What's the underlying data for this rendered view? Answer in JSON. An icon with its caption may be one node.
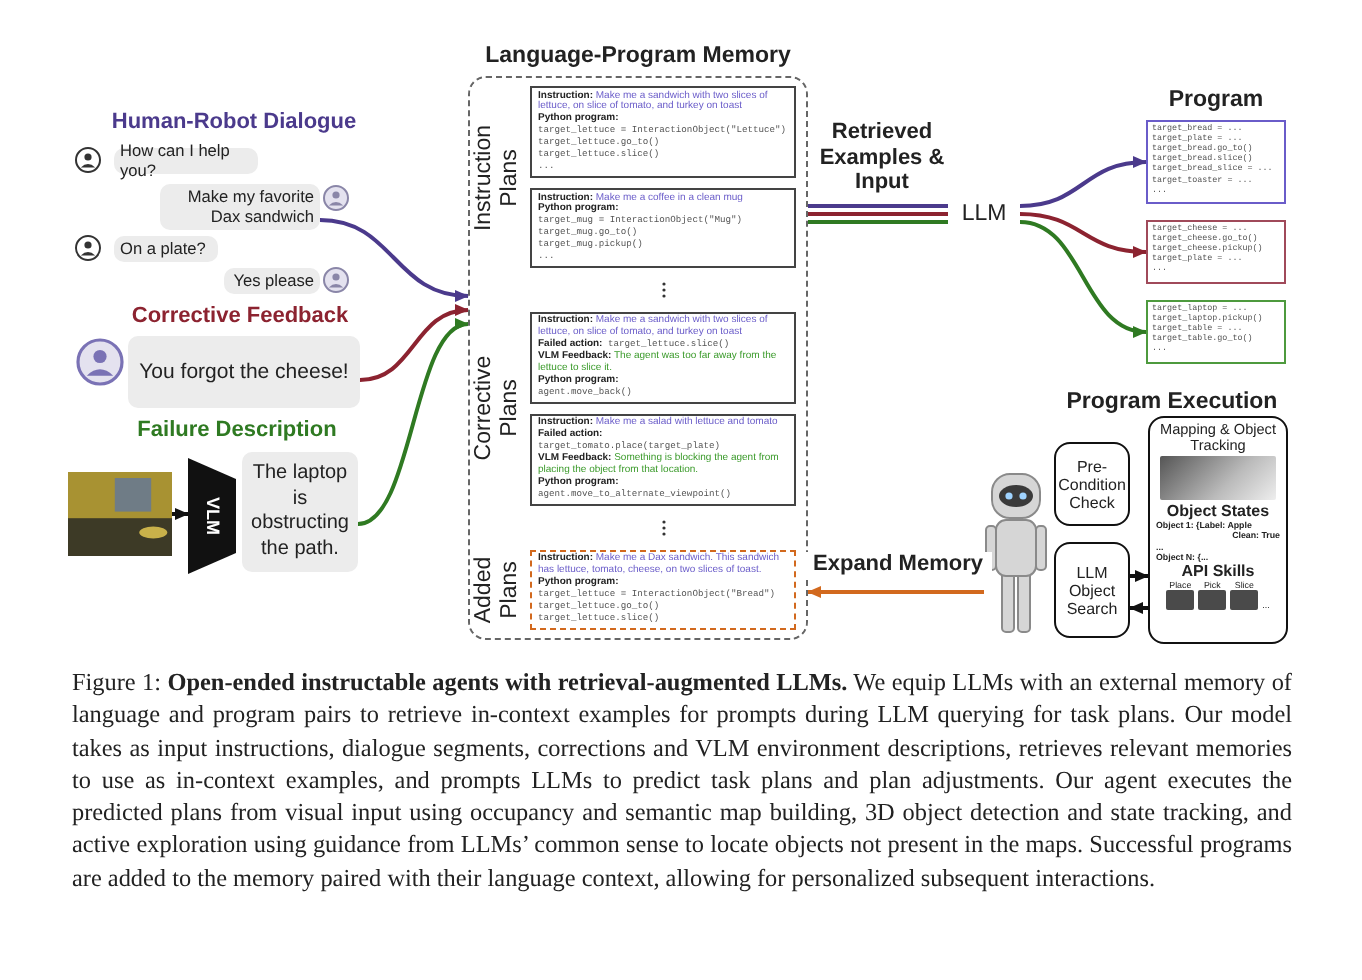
{
  "diagram": {
    "caption": "Figure 1: **Open-ended instructable agents with retrieval-augmented LLMs.** We equip LLMs with an external memory of language and program pairs to retrieve in-context examples for prompts during LLM querying for task plans. Our model takes as input instructions, dialogue segments, corrections and VLM environment descriptions, retrieves relevant memories to use as in-context examples, and prompts LLMs to predict task plans and plan adjustments. Our agent executes the predicted plans from visual input using occupancy and semantic map building, 3D object detection and state tracking, and active exploration using guidance from LLMs’ common sense to locate objects not present in the maps. Successful programs are added to the memory paired with their language context, allowing for personalized subsequent interactions.",
    "nodes": [
      {
        "text": [
          "How can I help you?"
        ]
      },
      {
        "text": [
          "Make my favorite Dax sandwich"
        ]
      },
      {
        "text": [
          "On a plate?"
        ]
      },
      {
        "text": [
          "Yes please"
        ]
      },
      {
        "text": [
          "You forgot the cheese!"
        ]
      },
      {
        "text": [],
        "shape": "picture"
      },
      {
        "text": [
          "VLM"
        ]
      },
      {
        "text": [
          "The laptop is obstructing the path."
        ]
      },
      {
        "text": [
          "Language-Program Memory"
        ]
      },
      {
        "text": [
          "**Instruction:** Make me a sandwich with two slices of lettuce, on slice of tomato, and turkey on toast",
          "Python program:",
          "target_lettuce = InteractionObject(\"Lettuce\")",
          "target_lettuce.go_to()",
          "target_lettuce.slice()",
          "..."
        ],
        "in": 8
      },
      {
        "text": [
          "**Instruction:** Make me a coffee in a clean mug",
          "Python program:",
          "target_mug = InteractionObject(\"Mug\")",
          "target_mug.go_to()",
          "target_mug.pickup()",
          "..."
        ],
        "in": 8
      },
      {
        "text": [
          "**Instruction:** Make me a sandwich with two slices of lettuce, on slice of tomato, and turkey on toast",
          "**Failed action:** target_lettuce.slice()",
          "**VLM Feedback:** The agent was too far away from the lettuce to slice it.",
          "Python program:",
          "agent.move_back()"
        ],
        "in": 8
      },
      {
        "text": [
          "**Instruction:** Make me a salad with lettuce and tomato",
          "**Failed action:** target_tomato.place(target_plate)",
          "**VLM Feedback:** Something is blocking the agent from placing the object from that location.",
          "Python program:",
          "agent.move_to_alternate_viewpoint()"
        ],
        "in": 8
      },
      {
        "text": [
          "**Instruction:** Make me a Dax sandwich. This sandwich has lettuce, tomato, cheese, on two slices of toast.",
          "Python program:",
          "target_lettuce = InteractionObject(\"Bread\")",
          "target_lettuce.go_to()",
          "target_lettuce.slice()"
        ],
        "in": 8
      },
      {
        "text": [
          "LLM"
        ]
      },
      {
        "text": [
          "target_bread = ...",
          "target_plate = ...",
          "target_bread.go_to()",
          "target_bread.slice()",
          "target_bread_slice = ...",
          "target_toaster = ...",
          "..."
        ]
      },
      {
        "text": [
          "target_cheese = ...",
          "target_cheese.go_to()",
          "target_cheese.pickup()",
          "target_plate = ...",
          "..."
        ]
      },
      {
        "text": [
          "target_laptop = ...",
          "target_laptop.pickup()",
          "target_table = ...",
          "target_table.go_to()",
          "..."
        ]
      },
      {
        "text": [],
        "shape": "picture"
      },
      {
        "text": [
          "Pre-Condition Check"
        ]
      },
      {
        "text": [
          "LLM Object Search"
        ]
      },
      {
        "text": [
          "Mapping & Object Tracking",
          "Object States",
          "Object 1: {Label: Apple",
          "Clean: True",
          "...",
          "Object N: {...",
          "API Skills",
          "Place",
          "Pick",
          "Slice",
          "..."
        ]
      }
    ],
    "edges": [
      {
        "from": 1,
        "to": 8,
        "arrow": "to",
        "color": "#4b3a8c"
      },
      {
        "from": 4,
        "to": 8,
        "arrow": "to",
        "color": "#8c2330"
      },
      {
        "from": 7,
        "to": 8,
        "arrow": "to",
        "color": "#2f7a22"
      },
      {
        "from": 5,
        "to": 6,
        "arrow": "to",
        "color": "#111111"
      },
      {
        "from": 8,
        "to": 14,
        "arrow": "none",
        "label": "Retrieved Examples & Input",
        "color": "#4b3a8c"
      },
      {
        "from": 8,
        "to": 14,
        "arrow": "none",
        "color": "#8c2330"
      },
      {
        "from": 8,
        "to": 14,
        "arrow": "none",
        "color": "#2f7a22"
      },
      {
        "from": 14,
        "to": 15,
        "arrow": "to",
        "color": "#4b3a8c"
      },
      {
        "from": 14,
        "to": 16,
        "arrow": "to",
        "color": "#8c2330"
      },
      {
        "from": 14,
        "to": 17,
        "arrow": "to",
        "color": "#2f7a22"
      },
      {
        "from": 18,
        "to": 8,
        "arrow": "to",
        "label": "Expand Memory",
        "color": "#d2691e"
      },
      {
        "from": 20,
        "to": 21,
        "arrow": "to",
        "color": "#111111"
      },
      {
        "from": 21,
        "to": 20,
        "arrow": "to",
        "color": "#111111"
      }
    ],
    "labels": [
      "Human-Robot Dialogue",
      "Corrective Feedback",
      "Failure Description",
      "Instruction Plans",
      "Corrective Plans",
      "Added Plans",
      "Program",
      "Program Execution"
    ]
  }
}
